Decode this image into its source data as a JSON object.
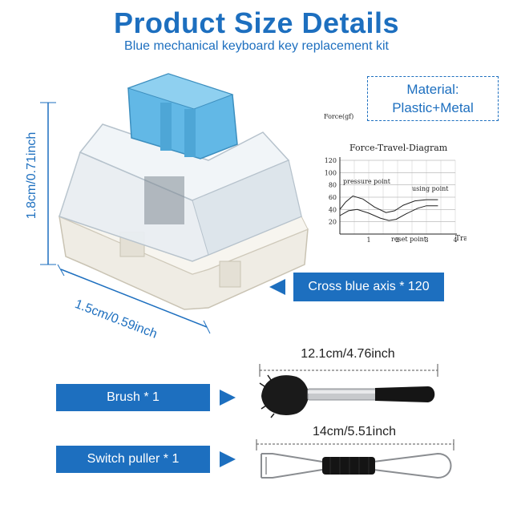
{
  "header": {
    "title": "Product Size Details",
    "subtitle": "Blue mechanical keyboard key replacement kit"
  },
  "material": {
    "line1": "Material:",
    "line2": "Plastic+Metal"
  },
  "dimensions": {
    "height": "1.8cm/0.71inch",
    "width": "1.5cm/0.59inch",
    "brush_length": "12.1cm/4.76inch",
    "puller_length": "14cm/5.51inch"
  },
  "labels": {
    "cross_axis": "Cross blue axis * 120",
    "brush": "Brush * 1",
    "switch_puller": "Switch puller * 1"
  },
  "colors": {
    "accent": "#1d6fbf",
    "switch_stem": "#62b8e6",
    "switch_base": "#efece4"
  },
  "chart_data": {
    "type": "line",
    "title": "Force-Travel-Diagram",
    "ylabel": "Force(gf)",
    "xlabel": "Travel(mm)",
    "xlim": [
      0,
      4
    ],
    "ylim": [
      0,
      120
    ],
    "xticks": [
      1,
      2,
      3,
      4
    ],
    "yticks": [
      20,
      40,
      60,
      80,
      100,
      120
    ],
    "grid": true,
    "annotations": [
      "pressure point",
      "using point",
      "reset point"
    ],
    "series": [
      {
        "x": [
          0,
          0.2,
          0.45,
          0.8,
          1.2,
          1.6,
          1.9,
          2.2,
          2.6,
          3.0,
          3.4
        ],
        "y": [
          40,
          52,
          62,
          57,
          44,
          35,
          38,
          47,
          54,
          56,
          56
        ]
      },
      {
        "x": [
          0,
          0.3,
          0.6,
          1.0,
          1.4,
          1.7,
          1.95,
          2.3,
          2.7,
          3.0,
          3.4
        ],
        "y": [
          30,
          38,
          40,
          34,
          26,
          22,
          24,
          33,
          42,
          46,
          46
        ]
      }
    ]
  }
}
